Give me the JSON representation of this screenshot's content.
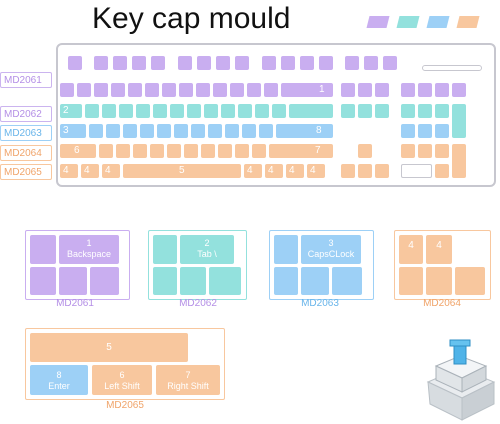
{
  "title": "Key cap mould",
  "colors": {
    "purple": "#c9aef0",
    "teal": "#93e1dd",
    "blue": "#9dd0f6",
    "orange": "#f8c79e"
  },
  "row_labels": [
    "MD2061",
    "MD2062",
    "MD2063",
    "MD2064",
    "MD2065"
  ],
  "keyboard_numbers": {
    "r1": "1",
    "r2": "2",
    "r3a": "3",
    "r3b": "8",
    "r4a": "6",
    "r4b": "7",
    "r5a": "4",
    "r5b": "4",
    "r5c": "4",
    "r5d": "5",
    "r5e": "4",
    "r5f": "4",
    "r5g": "4",
    "r5h": "4"
  },
  "panels": {
    "md2061": {
      "label": "MD2061",
      "num": "1",
      "name": "Backspace"
    },
    "md2062": {
      "label": "MD2062",
      "num": "2",
      "name": "Tab \\"
    },
    "md2063": {
      "label": "MD2063",
      "num": "3",
      "name": "CapsCLock"
    },
    "md2064": {
      "label": "MD2064",
      "num_a": "4",
      "num_b": "4"
    },
    "md2065": {
      "label": "MD2065",
      "space_num": "5",
      "enter_num": "8",
      "enter_name": "Enter",
      "lshift_num": "6",
      "lshift_name": "Left Shift",
      "rshift_num": "7",
      "rshift_name": "Right Shift"
    }
  }
}
